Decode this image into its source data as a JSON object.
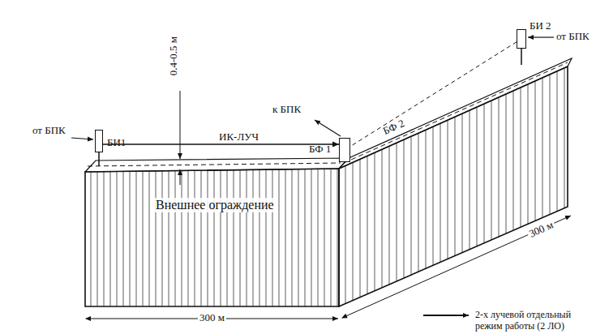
{
  "diagram": {
    "nodes": [
      {
        "text": [
          "БИ1"
        ]
      },
      {
        "text": [
          "БФ 1"
        ]
      },
      {
        "text": [
          "БИ 2"
        ]
      }
    ],
    "edges": [
      {
        "from": 0,
        "to": 1,
        "label": "ИК-ЛУЧ",
        "arrow": "to"
      },
      {
        "from": 2,
        "to": 1,
        "arrow": "none"
      }
    ],
    "labels": [
      "от БПК",
      "от БПК",
      "0.4-0.5 м",
      "к БПК",
      "БФ 2",
      "Внешнее ограждение",
      "300 м",
      "300 м"
    ],
    "legend": [
      {
        "text": "2-х лучевой отдельный режим работы (2 ЛО)"
      }
    ]
  }
}
